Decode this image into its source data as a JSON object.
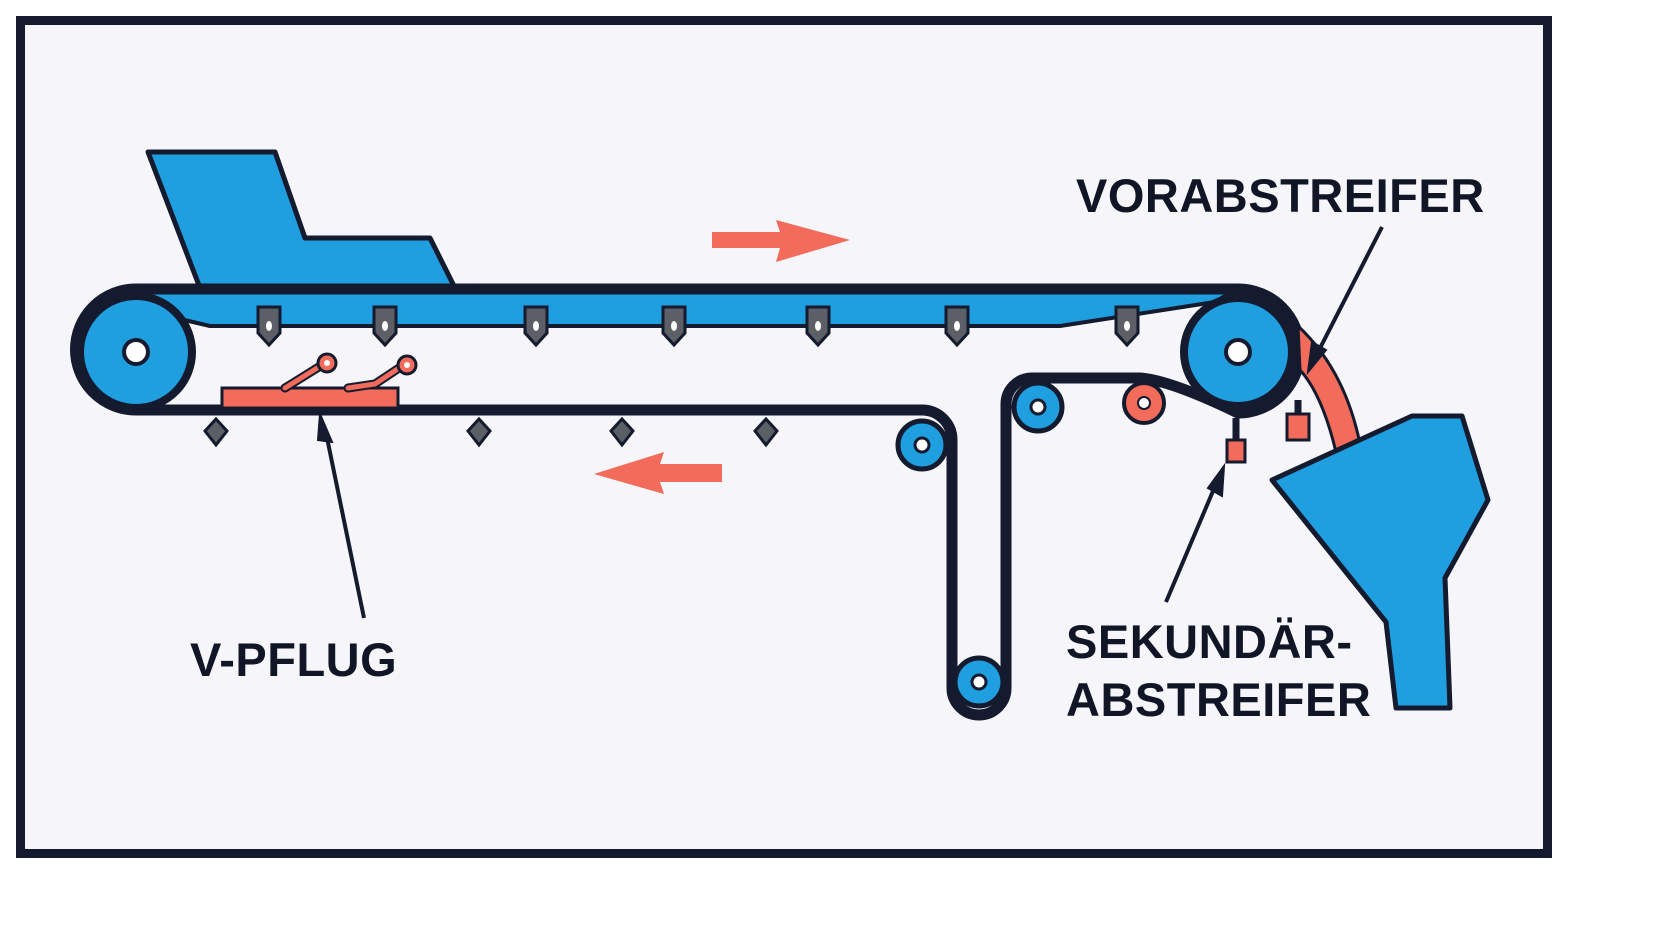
{
  "labels": {
    "primary_cleaner": "VORABSTREIFER",
    "v_plow": "V-PFLUG",
    "secondary_cleaner_line1": "SEKUNDÄR-",
    "secondary_cleaner_line2": "ABSTREIFER"
  },
  "colors": {
    "belt_blue": "#1f9ee0",
    "outline": "#141b2e",
    "accent_red": "#f26b5b",
    "idler_grey": "#5d5f66",
    "background": "#f6f5f9"
  }
}
